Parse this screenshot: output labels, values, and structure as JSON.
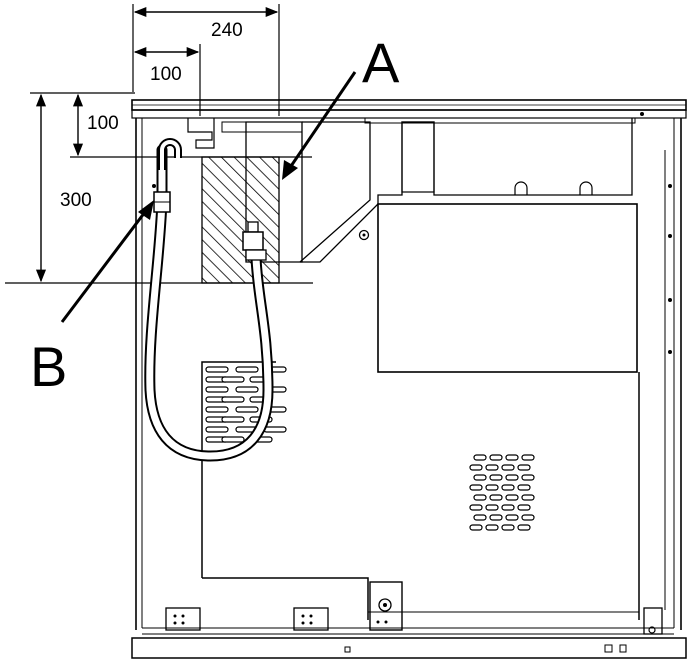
{
  "dimensions": {
    "width_total": "240",
    "width_inner": "100",
    "height_inner": "100",
    "height_total": "300"
  },
  "callouts": {
    "a": "A",
    "b": "B"
  },
  "colors": {
    "line": "#000000",
    "background": "#ffffff"
  }
}
